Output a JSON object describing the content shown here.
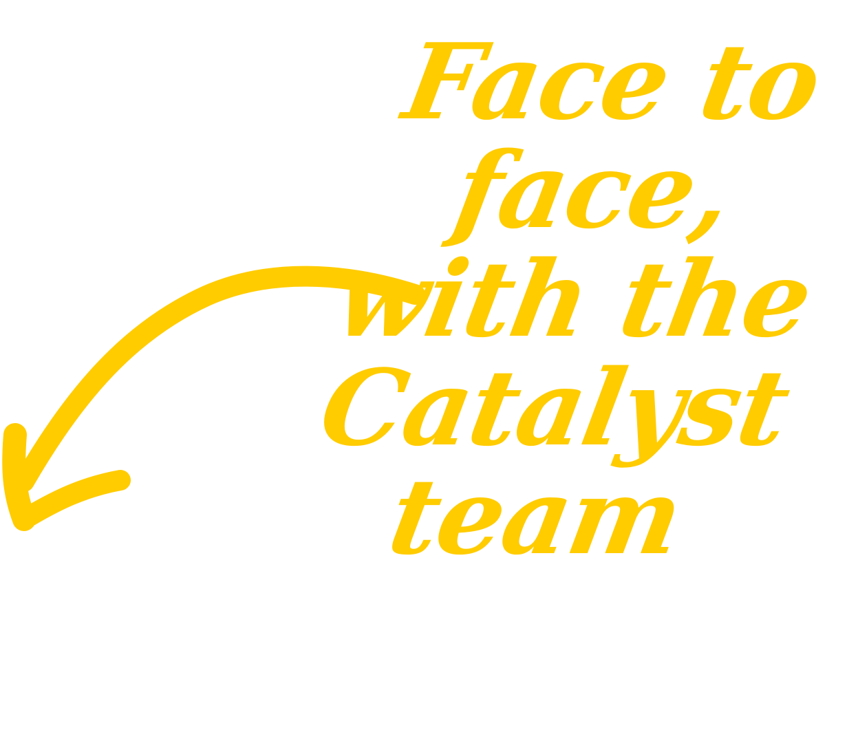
{
  "graphic": {
    "accent_color": "#FFCC00",
    "background_color": "#FFFFFF",
    "lines": [
      "Face to",
      "face,",
      "with the",
      "Catalyst",
      "team"
    ],
    "arrow_icon": "curved-arrow-down-left-icon"
  }
}
